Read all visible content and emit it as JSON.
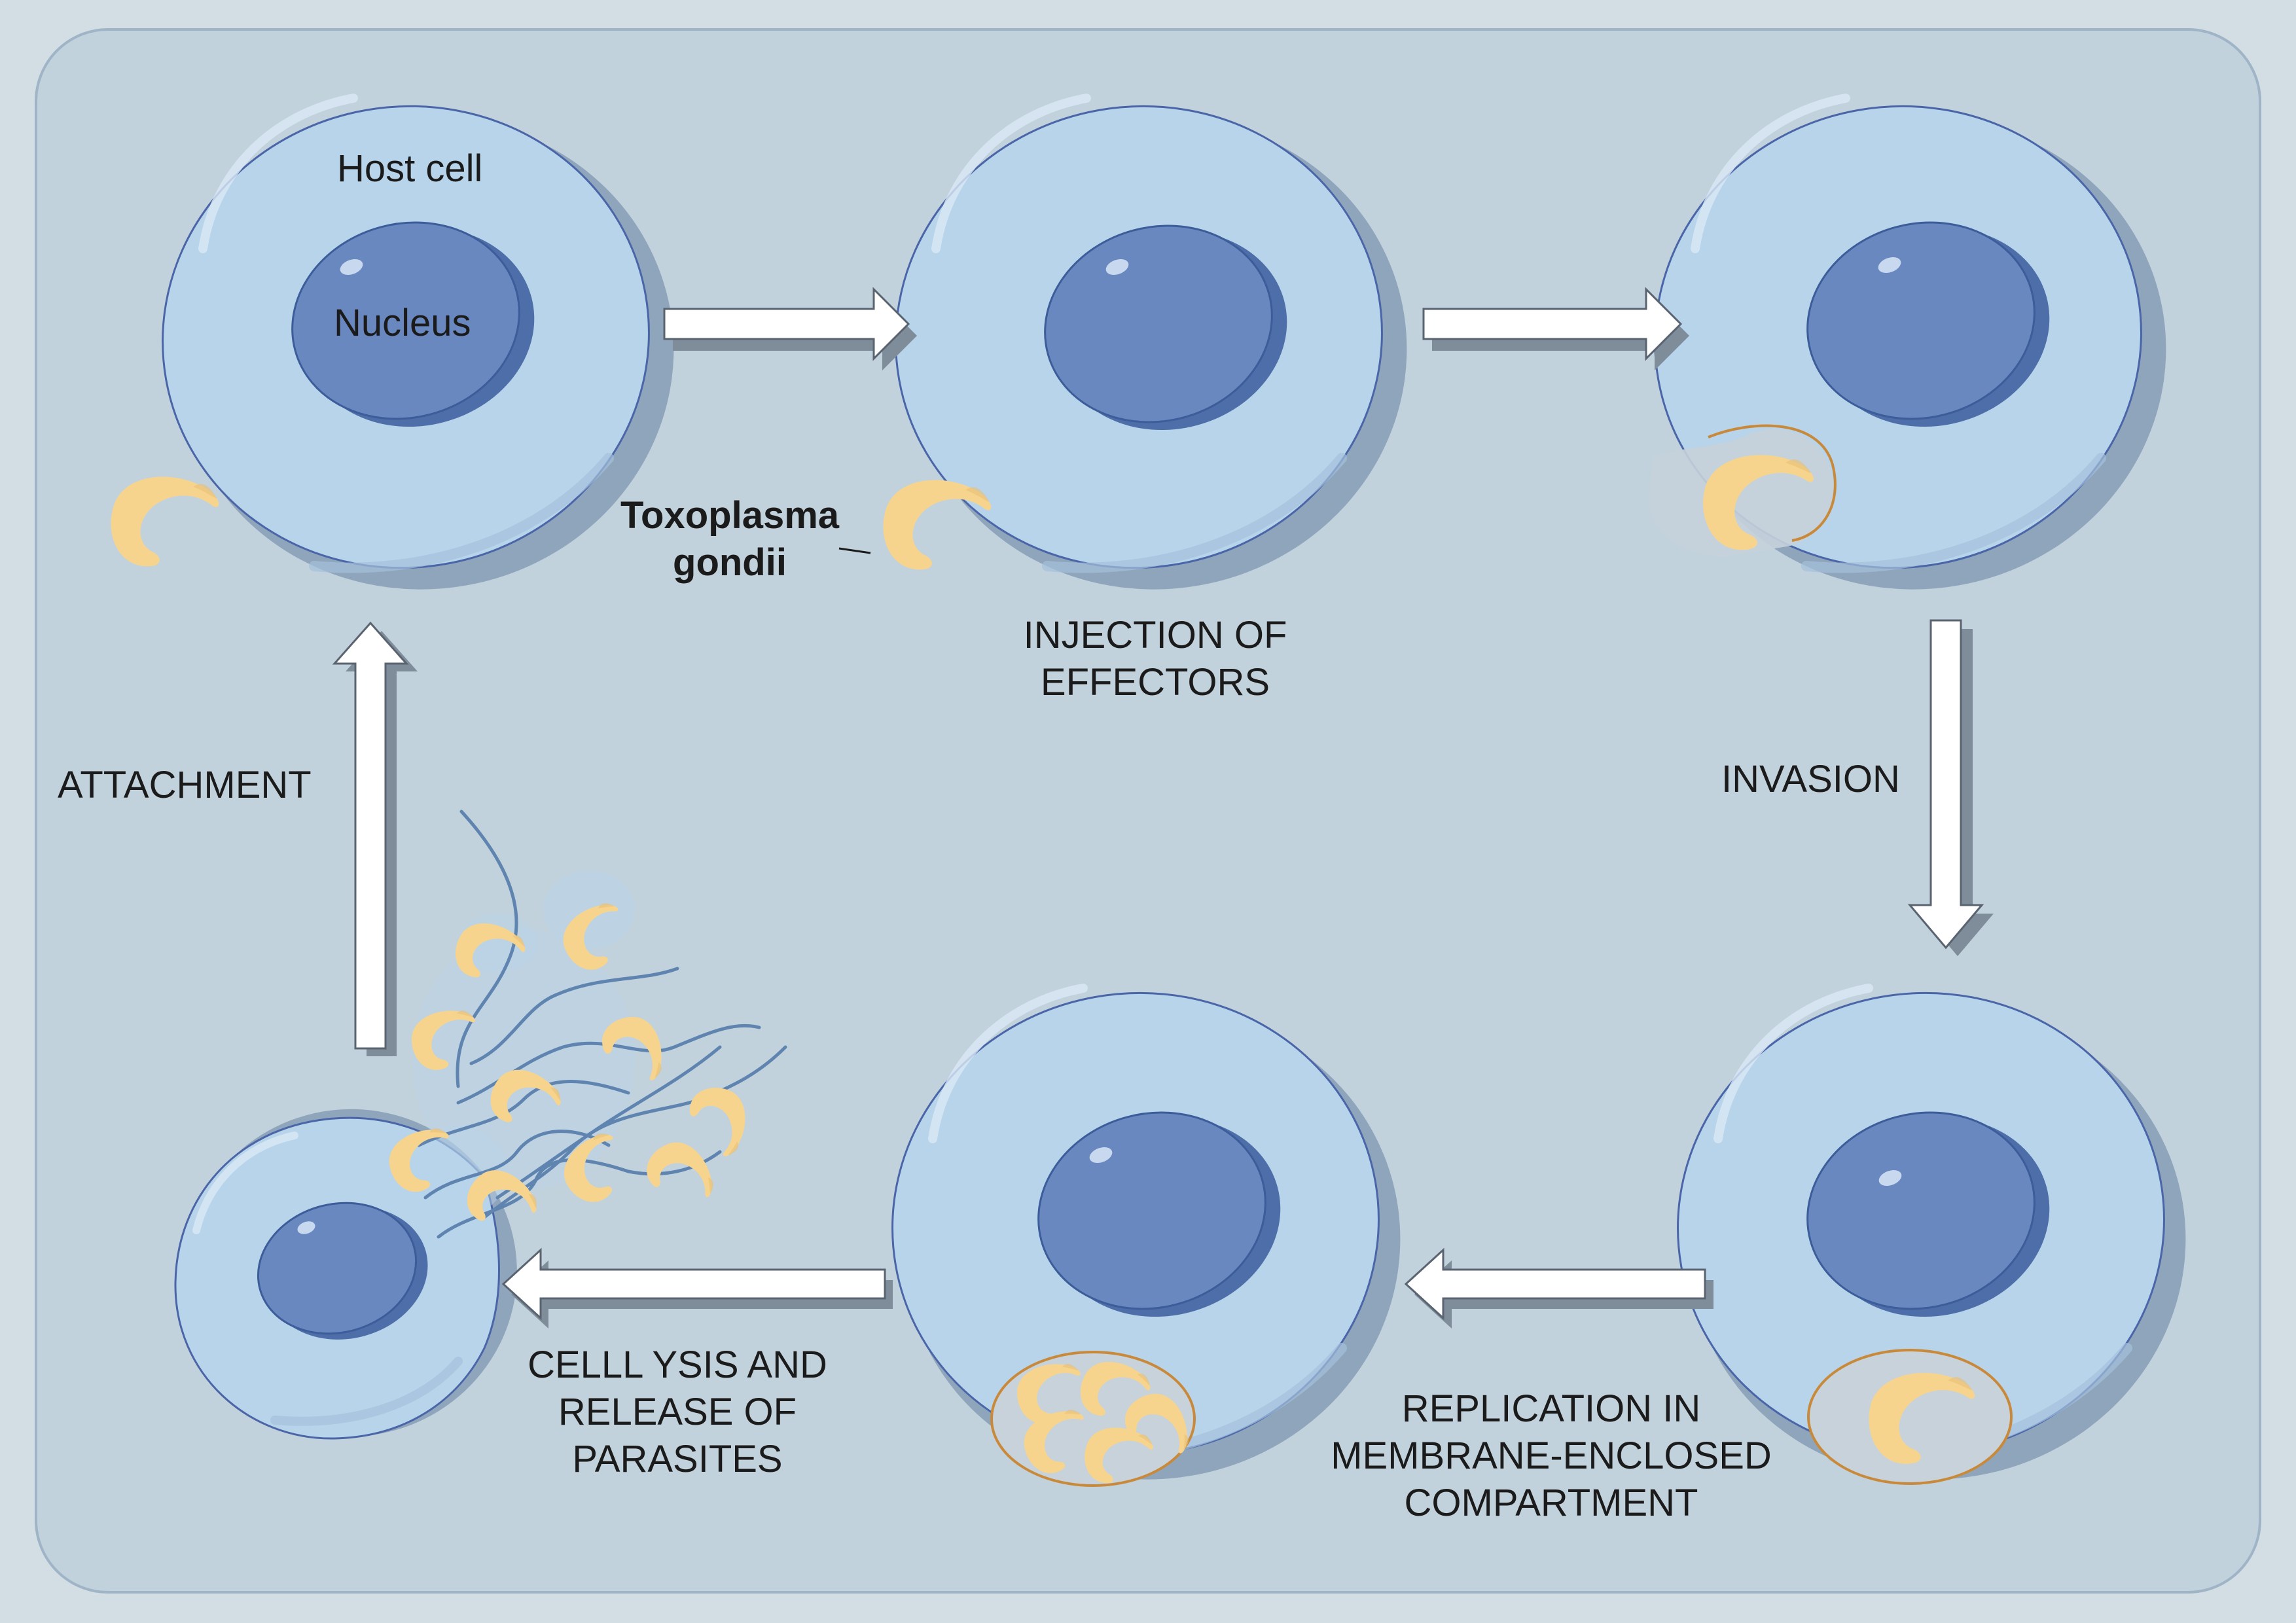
{
  "labels": {
    "host_cell": "Host cell",
    "nucleus": "Nucleus",
    "toxoplasma_line1": "Toxoplasma",
    "toxoplasma_line2": "gondii",
    "injection_line1": "INJECTION OF",
    "injection_line2": "EFFECTORS",
    "invasion": "INVASION",
    "replication_line1": "REPLICATION IN",
    "replication_line2": "MEMBRANE-ENCLOSED",
    "replication_line3": "COMPARTMENT",
    "lysis_line1": "CELLL YSIS AND",
    "lysis_line2": "RELEASE OF",
    "lysis_line3": "PARASITES",
    "attachment": "ATTACHMENT"
  },
  "colors": {
    "page_background": "#d3dde4",
    "panel_background": "#c2d2dc",
    "cell_fill": "#b7d4ea",
    "cell_shadow": "#8fa5bc",
    "nucleus_fill": "#6988bf",
    "parasite_fill": "#f6d48e",
    "vacuole_border": "#c88a3a",
    "arrow_fill": "#ffffff"
  }
}
